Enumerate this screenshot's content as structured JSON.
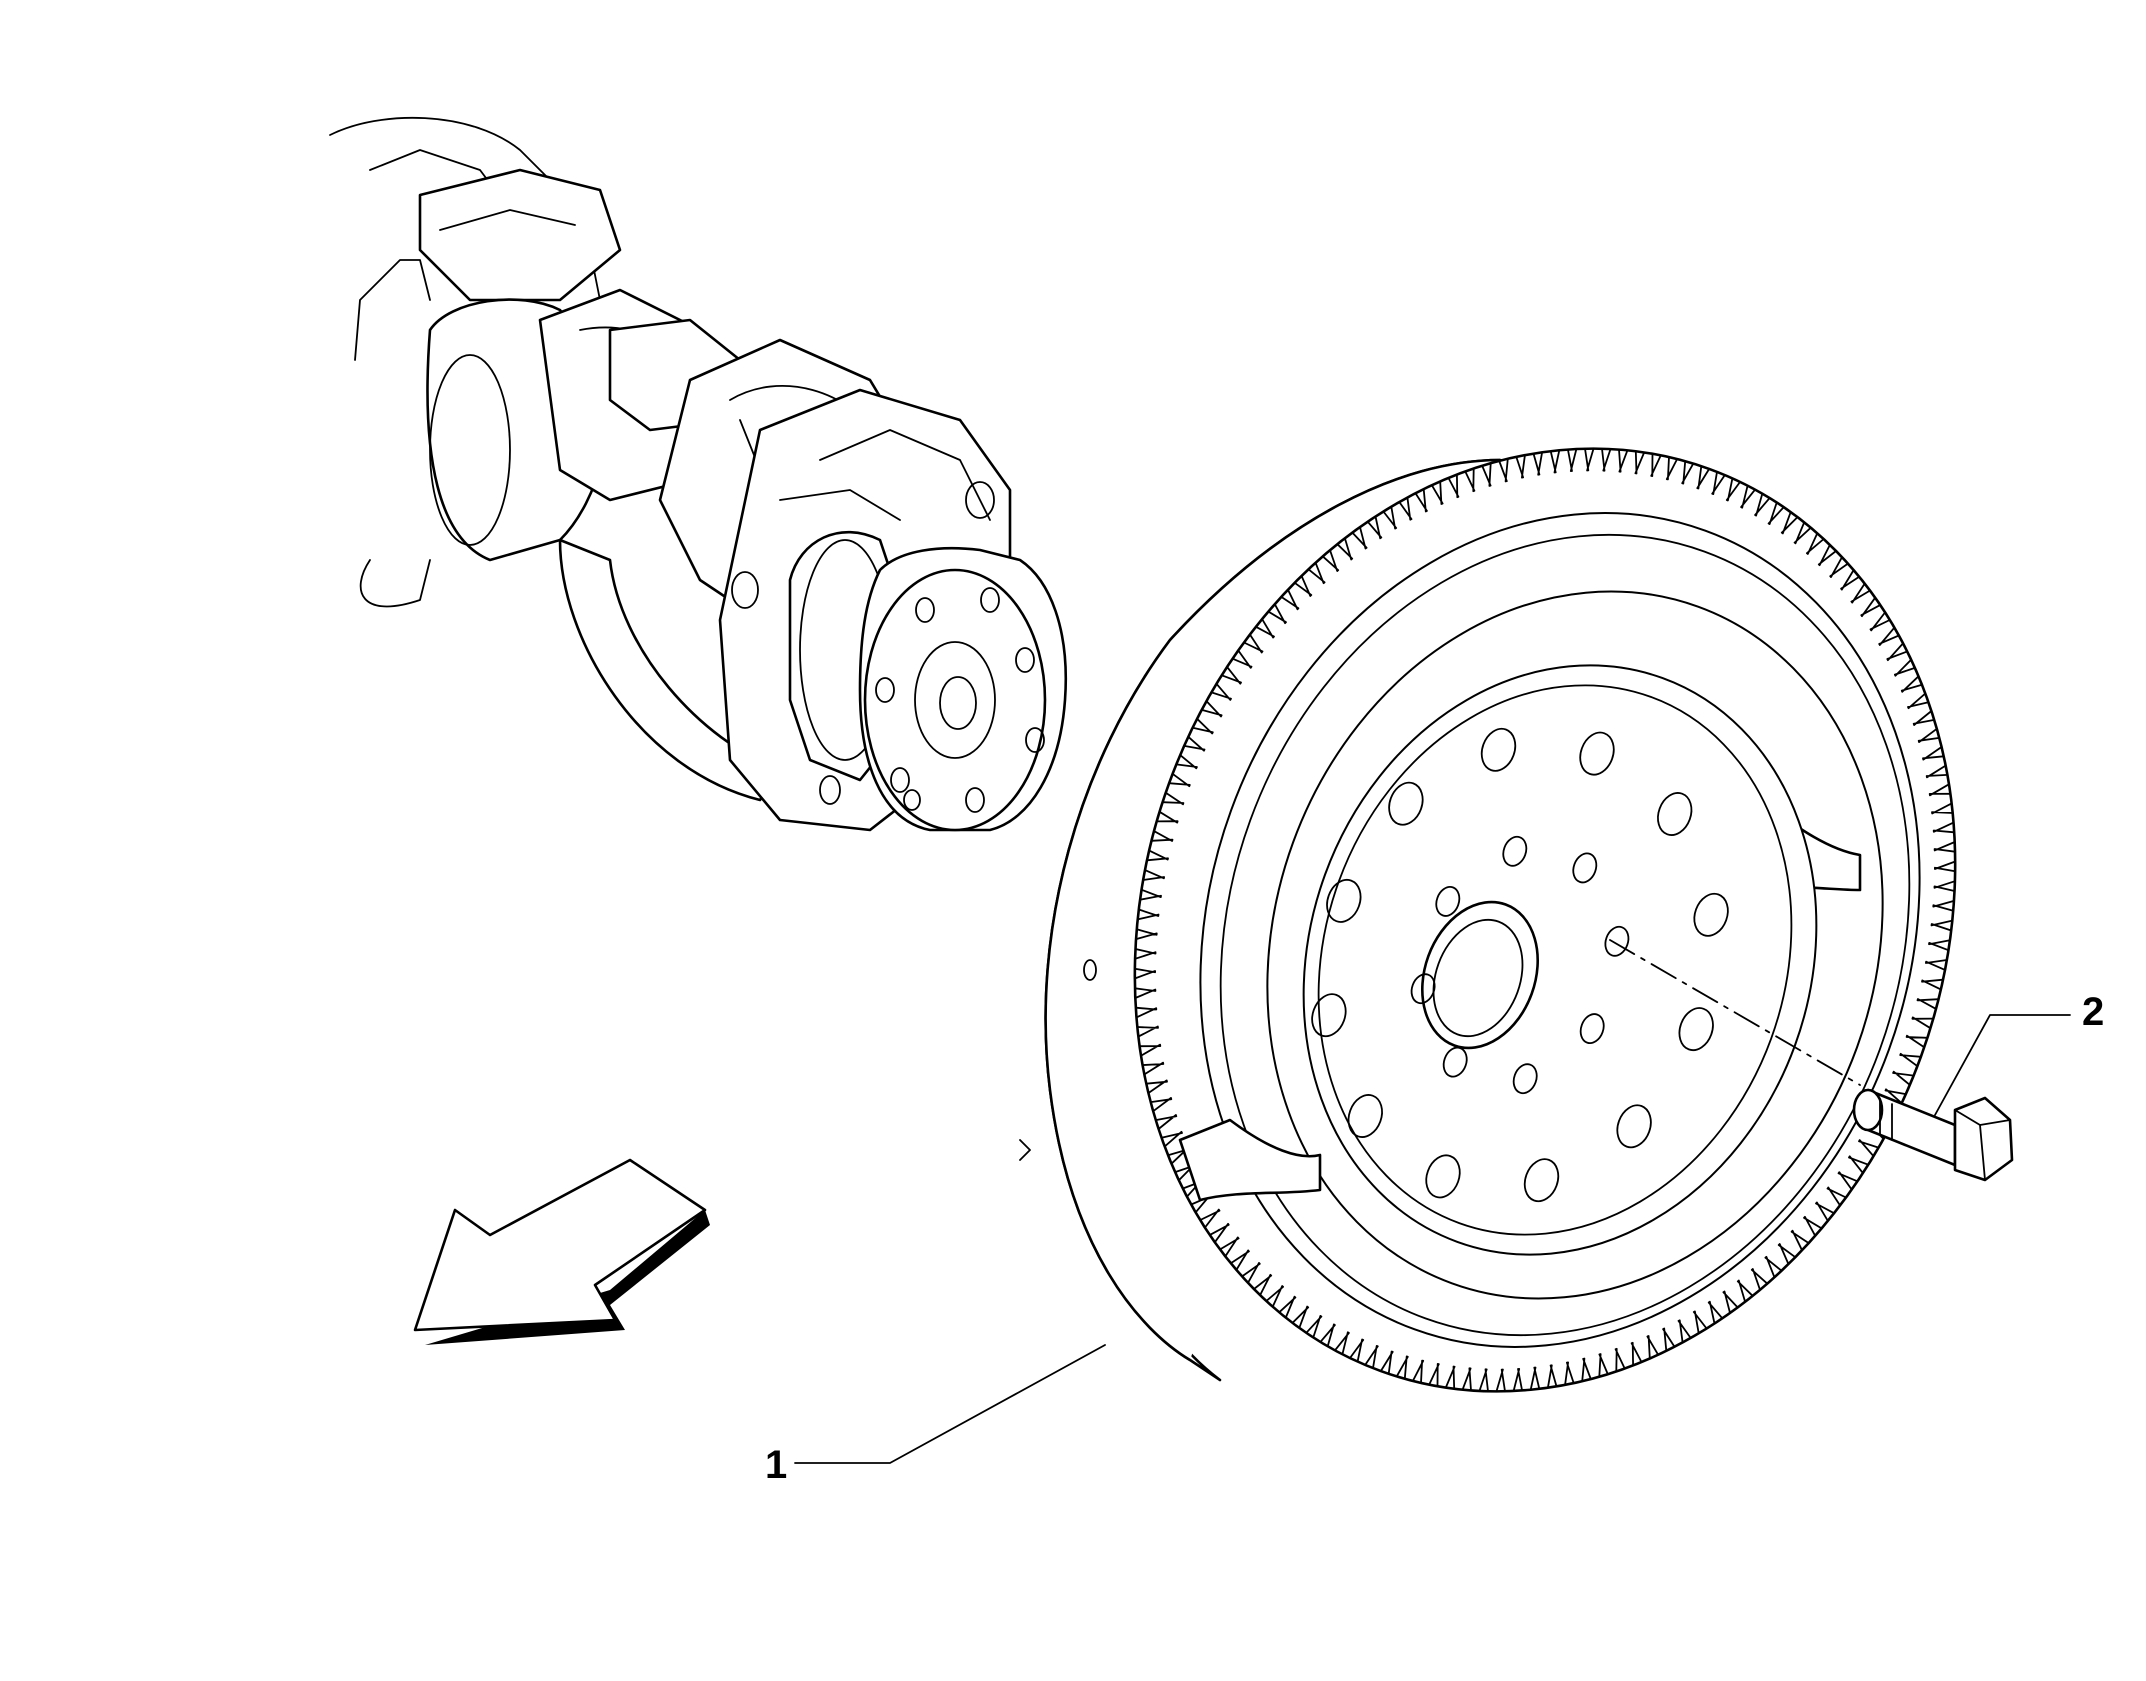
{
  "callouts": [
    {
      "label": "1",
      "part": "flywheel"
    },
    {
      "label": "2",
      "part": "bolt"
    }
  ],
  "icons": {
    "orientation_arrow": "direction-arrow-icon",
    "crankshaft": "crankshaft-icon",
    "flywheel": "flywheel-icon",
    "bolt": "bolt-icon"
  },
  "colors": {
    "line": "#000000",
    "background": "#ffffff"
  }
}
